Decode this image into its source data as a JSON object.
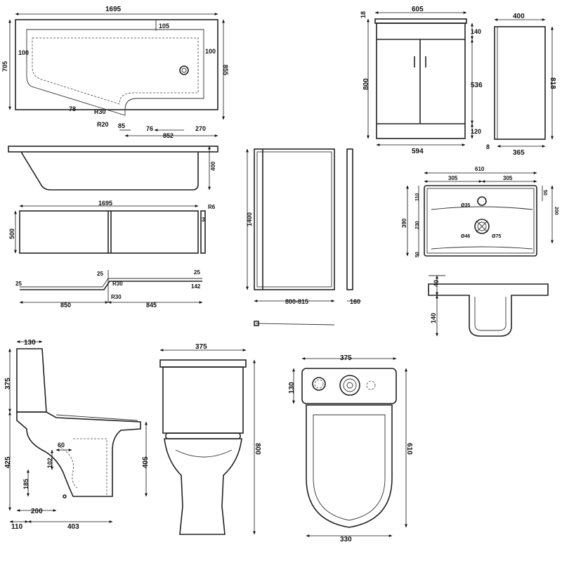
{
  "bath": {
    "length": "1695",
    "width": "705",
    "width_total": "855",
    "edge_top": "105",
    "edge_left": "100",
    "edge_right": "100",
    "cut_78": "78",
    "r30": "R30",
    "r20": "R20",
    "step_85": "85",
    "step_76": "76",
    "len_852": "852",
    "waste_270": "270",
    "height": "400"
  },
  "panel": {
    "length": "1695",
    "height": "500",
    "r6": "R6",
    "thick": "3",
    "d25a": "25",
    "d25b": "25",
    "d25c": "25",
    "d142": "142",
    "r30a": "R30",
    "r30b": "R30",
    "len_850": "850",
    "len_845": "845"
  },
  "screen": {
    "height": "1400",
    "width": "800-815",
    "depth": "160"
  },
  "vanity": {
    "width": "605",
    "top": "18",
    "height": "800",
    "h140": "140",
    "h536": "536",
    "h120": "120",
    "base_width": "594"
  },
  "vanity_side": {
    "depth": "400",
    "height": "818",
    "d8": "8",
    "d365": "365"
  },
  "basin": {
    "width": "610",
    "half_a": "305",
    "half_b": "305",
    "depth": "390",
    "d110": "110",
    "d230": "230",
    "d50a": "50",
    "d50b": "50",
    "d200": "200",
    "hole_tap": "Ø35",
    "hole_waste_a": "Ø46",
    "hole_waste_b": "Ø75",
    "h40": "40",
    "h140": "140"
  },
  "wc_side": {
    "top": "130",
    "h375": "375",
    "h425": "425",
    "d60": "60",
    "d102": "102",
    "d185": "185",
    "d405": "405",
    "d200": "200",
    "d110": "110",
    "d403": "403"
  },
  "wc_front": {
    "width": "375",
    "height": "800"
  },
  "wc_top": {
    "width": "375",
    "h130": "130",
    "depth": "610",
    "base": "330"
  }
}
